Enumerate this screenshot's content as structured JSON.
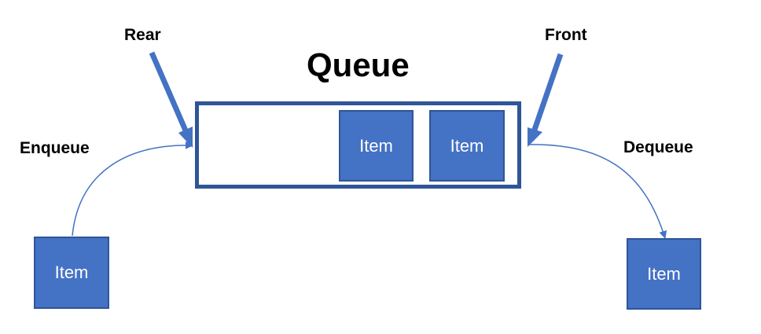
{
  "title": "Queue",
  "labels": {
    "rear": "Rear",
    "front": "Front",
    "enqueue": "Enqueue",
    "dequeue": "Dequeue"
  },
  "items": {
    "queue_item_1": "Item",
    "queue_item_2": "Item",
    "enqueue_item": "Item",
    "dequeue_item": "Item"
  },
  "colors": {
    "item_fill": "#4472c4",
    "item_border": "#2f5597",
    "queue_border": "#2f5597",
    "arrow": "#4472c4"
  }
}
